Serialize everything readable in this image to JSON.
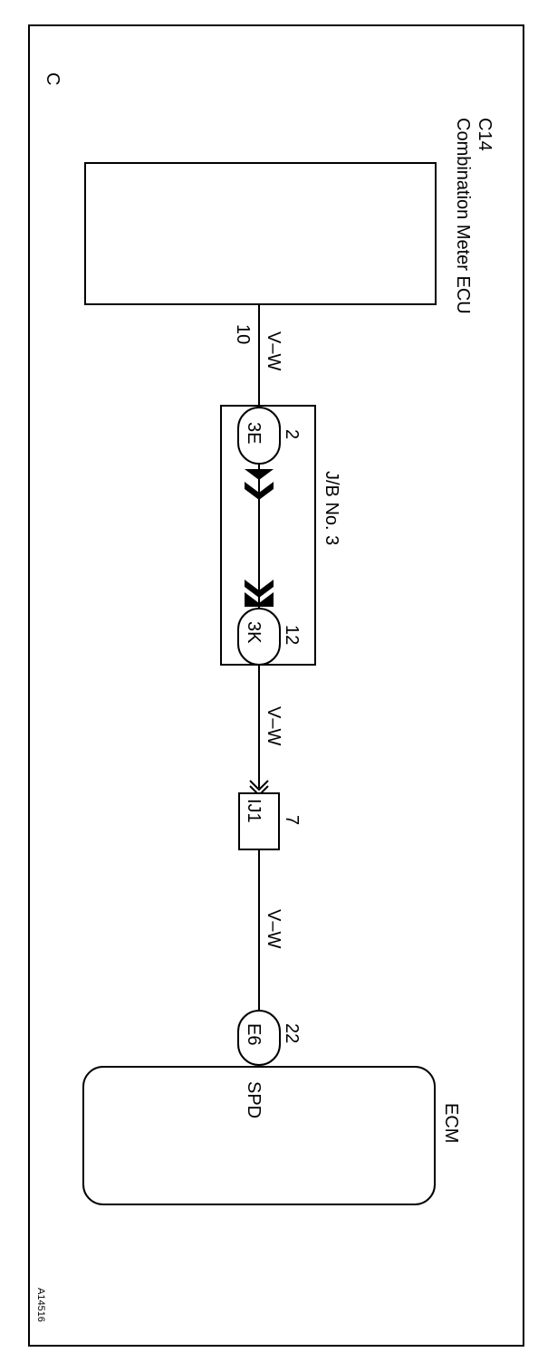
{
  "diagram": {
    "corner_label": "C",
    "figure_id": "A14516",
    "meter": {
      "connector": "C14",
      "name": "Combination Meter ECU",
      "pin": "10"
    },
    "wire_color": "V–W",
    "jb": {
      "name": "J/B No. 3",
      "left": {
        "connector": "3E",
        "pin": "2"
      },
      "right": {
        "connector": "3K",
        "pin": "12"
      }
    },
    "junction": {
      "connector": "IJ1",
      "pin": "7"
    },
    "ecm": {
      "connector": "E6",
      "pin": "22",
      "terminal": "SPD",
      "name": "ECM"
    }
  }
}
